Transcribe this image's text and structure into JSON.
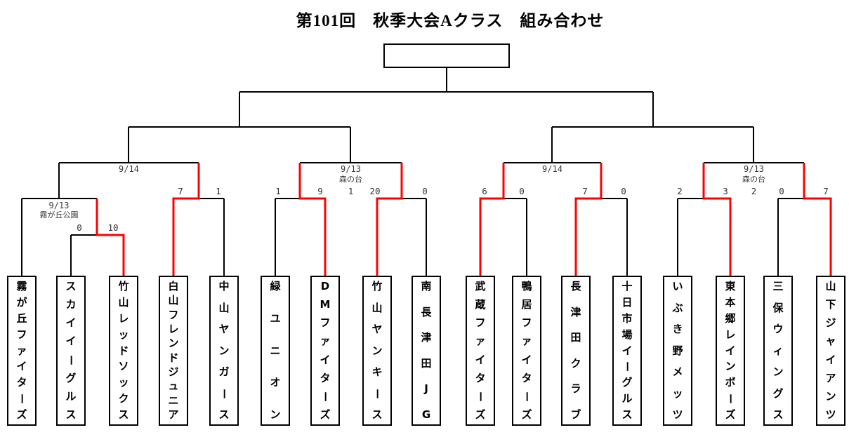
{
  "title": "第101回　秋季大会Aクラス　組み合わせ",
  "champion": {
    "label": ""
  },
  "colors": {
    "bracket_line": "#000000",
    "winner_path": "#ff0000",
    "label_text": "#3a3a3a",
    "team_text": "#000000"
  },
  "teams": [
    {
      "name": "霧が丘ファイターズ"
    },
    {
      "name": "スカイイーグルス"
    },
    {
      "name": "竹山レッドソックス"
    },
    {
      "name": "白山フレンドジュニア"
    },
    {
      "name": "中山ヤンガース"
    },
    {
      "name": "緑ユニオン"
    },
    {
      "name": "DMファイターズ"
    },
    {
      "name": "竹山ヤンキース"
    },
    {
      "name": "南長津田JG"
    },
    {
      "name": "武蔵ファイターズ"
    },
    {
      "name": "鴨居ファイターズ"
    },
    {
      "name": "長津田クラブ"
    },
    {
      "name": "十日市場イーグルス"
    },
    {
      "name": "いぶき野メッツ"
    },
    {
      "name": "東本郷レインボーズ"
    },
    {
      "name": "三保ウィングス"
    },
    {
      "name": "山下ジャイアンツ"
    }
  ],
  "play_in": {
    "score_left": "0",
    "score_right": "10",
    "winner": "right"
  },
  "round1_matches": [
    {
      "date": "9/13",
      "venue": "霧が丘公園",
      "score_left": "",
      "score_right": "",
      "winner": ""
    },
    {
      "date": "",
      "venue": "",
      "score_left": "7",
      "score_right": "1",
      "winner": "left"
    },
    {
      "date": "",
      "venue": "",
      "score_left": "1",
      "score_right": "9",
      "winner": "right"
    },
    {
      "date": "",
      "venue": "",
      "score_left": "20",
      "score_right": "0",
      "winner": "left"
    },
    {
      "date": "",
      "venue": "",
      "score_left": "6",
      "score_right": "0",
      "winner": "left"
    },
    {
      "date": "",
      "venue": "",
      "score_left": "7",
      "score_right": "0",
      "winner": "left"
    },
    {
      "date": "",
      "venue": "",
      "score_left": "2",
      "score_right": "3",
      "winner": "right"
    },
    {
      "date": "",
      "venue": "",
      "score_left": "0",
      "score_right": "7",
      "winner": "right"
    }
  ],
  "quarterfinals": [
    {
      "date": "9/14",
      "venue": "",
      "field": ""
    },
    {
      "date": "9/13",
      "venue": "森の台",
      "field": "1"
    },
    {
      "date": "9/14",
      "venue": "",
      "field": ""
    },
    {
      "date": "9/13",
      "venue": "森の台",
      "field": "2"
    }
  ]
}
